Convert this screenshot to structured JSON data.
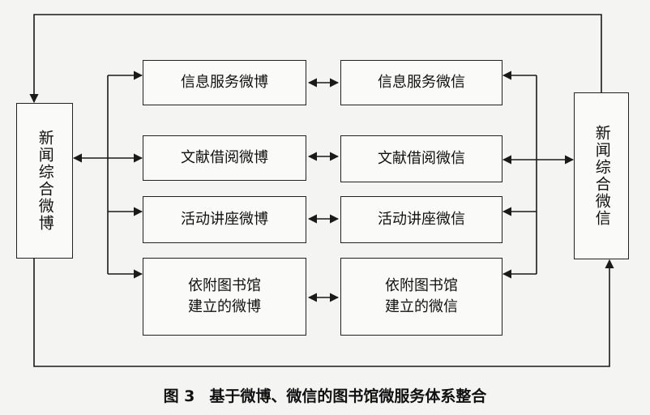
{
  "left_box": {
    "label": "新闻综合微博"
  },
  "right_box": {
    "label": "新闻综合微信"
  },
  "weibo_boxes": [
    {
      "label": "信息服务微博"
    },
    {
      "label": "文献借阅微博"
    },
    {
      "label": "活动讲座微博"
    },
    {
      "label": "依附图书馆\n建立的微博"
    }
  ],
  "weixin_boxes": [
    {
      "label": "信息服务微信"
    },
    {
      "label": "文献借阅微信"
    },
    {
      "label": "活动讲座微信"
    },
    {
      "label": "依附图书馆\n建立的微信"
    }
  ],
  "caption": {
    "figure_number": "图 3",
    "title": "基于微博、微信的图书馆微服务体系整合"
  },
  "colors": {
    "line": "#1a1a1a",
    "box_border": "#222222",
    "background": "#f4f4f2"
  }
}
